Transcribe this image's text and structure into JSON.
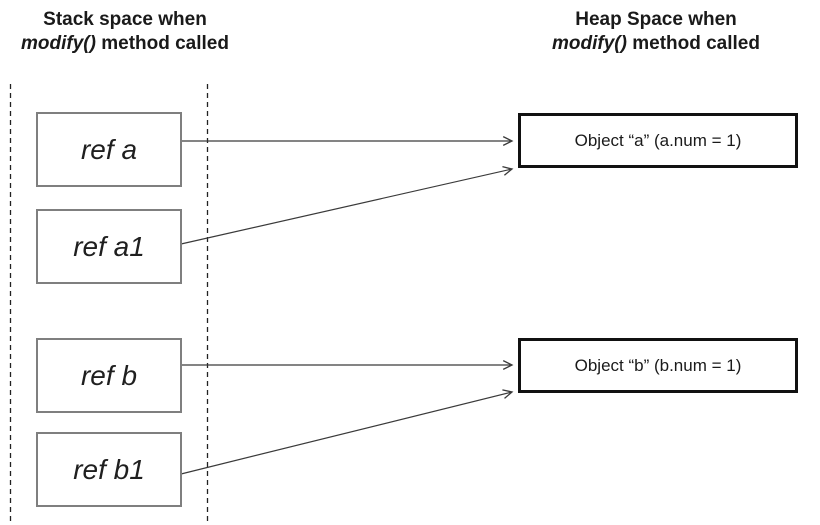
{
  "diagram": {
    "stack_title": {
      "line1": "Stack space when",
      "line2_italic": "modify()",
      "line2_rest": " method called"
    },
    "heap_title": {
      "line1": "Heap Space when",
      "line2_italic": "modify()",
      "line2_rest": " method called"
    },
    "stack_refs": [
      {
        "label": "ref a"
      },
      {
        "label": "ref a1"
      },
      {
        "label": "ref b"
      },
      {
        "label": "ref b1"
      }
    ],
    "heap_objects": [
      {
        "label": "Object “a” (a.num = 1)"
      },
      {
        "label": "Object “b” (b.num = 1)"
      }
    ],
    "colors": {
      "stack_box_border": "#7f7f7f",
      "heap_box_border": "#111111",
      "arrow_line": "#3a3a3a",
      "dashed_line": "#222222",
      "text": "#1a1a1a",
      "background": "#ffffff"
    }
  }
}
